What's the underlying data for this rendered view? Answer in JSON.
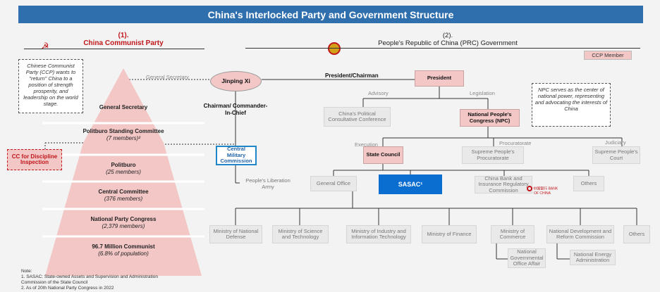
{
  "title": "China's Interlocked Party and Government Structure",
  "left_header": {
    "num": "(1).",
    "name": "China Communist Party"
  },
  "right_header": {
    "num": "(2).",
    "name": "People's Republic of China (PRC) Government"
  },
  "legend": "CCP Member",
  "ccp_note": "Chinese Communist Party (CCP) wants to \"return\" China to a position of strength prosperity, and leadership on the world stage.",
  "npc_note": "NPC serves as the center of national power, representing and advocating the interests of China",
  "pyramid": [
    {
      "title": "General Secretary",
      "sub": ""
    },
    {
      "title": "Politburo Standing Committee",
      "sub": "(7 members)²"
    },
    {
      "title": "Politburo",
      "sub": "(25 members)"
    },
    {
      "title": "Central Committee",
      "sub": "(376 members)"
    },
    {
      "title": "National Party Congress",
      "sub": "(2,379 members)"
    },
    {
      "title": "96.7 Million Communist",
      "sub": "(6.8% of population)"
    }
  ],
  "cc_discipline": "CC for Discipline Inspection",
  "jinping": "Jinping Xi",
  "labels": {
    "general_secretary": "General Secretary",
    "president_chairman": "President/Chairman",
    "chairman_cic": "Chairman/ Commander-In-Chief",
    "advisory": "Advisory",
    "legislation": "Legislation",
    "execution": "Execution",
    "procuratorate": "Procuratorate",
    "judiciary": "Judiciary"
  },
  "boxes": {
    "president": "President",
    "npc": "National People's Congress (NPC)",
    "cppcc": "China's Political Consultative Conference",
    "cmc": "Central Military Commission",
    "state_council": "State Council",
    "spp": "Supreme People's Procuratorate",
    "spc": "Supreme People's Court",
    "pla": "People's Liberation Army",
    "general_office": "General Office",
    "sasac": "SASAC¹",
    "cbirc": "China Bank and Insurance Regulatory Commission",
    "others1": "Others",
    "mnd": "Ministry of National Defense",
    "most": "Ministry of Science and Technology",
    "miit": "Ministry of Industry and Information Technology",
    "mof": "Ministry of Finance",
    "mofcom": "Ministry of Commerce",
    "ndrc": "National Development and Reform Commission",
    "others2": "Others",
    "ngoa": "National Governmental Office Affair",
    "nea": "National Energy Administration"
  },
  "bank_logo_text": "中国银行 BANK OF CHINA",
  "notes": {
    "heading": "Note:",
    "n1": "1. SASAC: State-owned Assets and Supervision and Administration Commission of the State Council",
    "n2": "2. As of 20th National Party Congress in 2022"
  },
  "colors": {
    "title_bar": "#2f6fae",
    "party_red": "#c0161a",
    "ccp_pink": "#f2c7c6",
    "sasac_blue": "#0a6ed1"
  }
}
